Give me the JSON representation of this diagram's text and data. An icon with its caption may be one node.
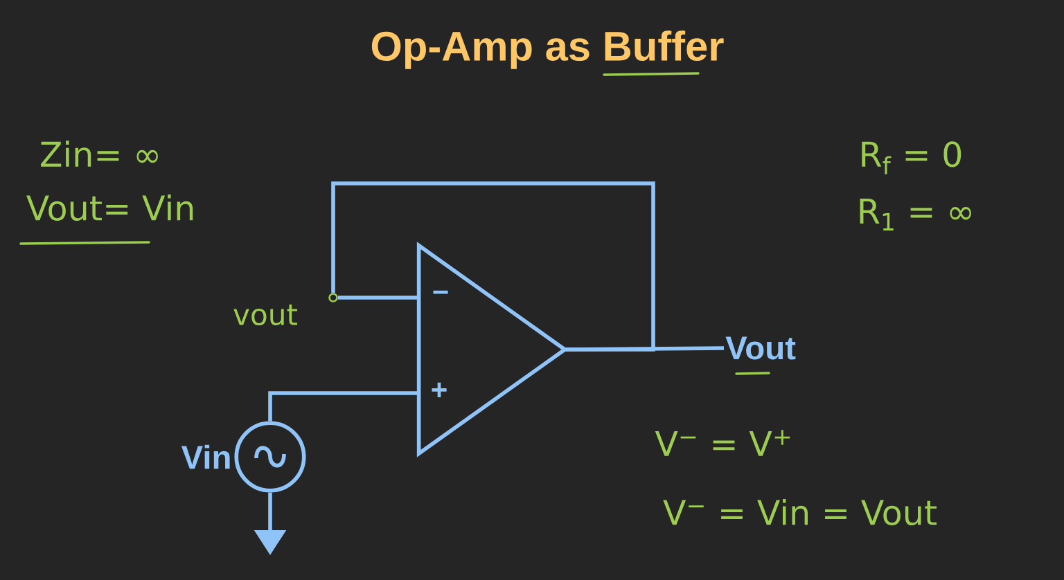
{
  "diagram": {
    "title": "Op-Amp as Buffer",
    "nodes": [
      {
        "text": [
          "−",
          "+"
        ]
      },
      {
        "text": [],
        "shape": "circle",
        "beside": [
          "Vin"
        ]
      },
      {
        "text": [
          "Vout"
        ]
      },
      {
        "text": [],
        "shape": "circle",
        "beside": [
          "vout"
        ]
      }
    ],
    "edges": [
      {
        "from": 0,
        "to": 2,
        "arrow": "none"
      },
      {
        "from": 0,
        "to": 3,
        "arrow": "none"
      },
      {
        "from": 3,
        "to": 0,
        "arrow": "none"
      },
      {
        "from": 1,
        "to": 0,
        "arrow": "none"
      },
      {
        "from": 1,
        "to": null,
        "arrow": "to"
      }
    ],
    "labels": [
      "Zin= ∞",
      "Vout= Vin",
      "R$_{f}$ = 0",
      "R$_{1}$ = ∞",
      "V$^{−}$ = V$^{+}$",
      "V$^{−}$ = Vin = Vout"
    ]
  }
}
